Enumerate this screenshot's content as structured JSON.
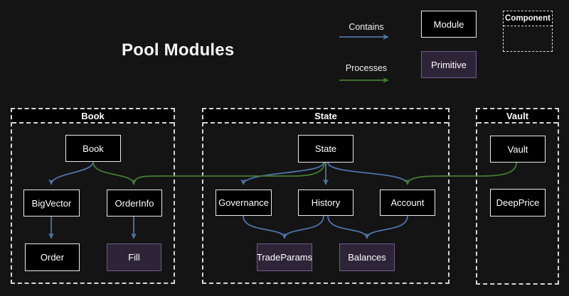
{
  "page": {
    "title": "Pool Modules",
    "background_color": "#141414"
  },
  "legend": {
    "contains_label": "Contains",
    "processes_label": "Processes",
    "module_label": "Module",
    "primitive_label": "Primitive",
    "component_label": "Component",
    "contains_color": "#4e74ab",
    "processes_color": "#447a30",
    "module_fill": "#000000",
    "primitive_fill": "#2e2438",
    "primitive_border": "#71598a"
  },
  "containers": {
    "book": {
      "title": "Book"
    },
    "state": {
      "title": "State"
    },
    "vault": {
      "title": "Vault"
    }
  },
  "nodes": {
    "book": {
      "label": "Book",
      "type": "module"
    },
    "bigvector": {
      "label": "BigVector",
      "type": "module"
    },
    "orderinfo": {
      "label": "OrderInfo",
      "type": "module"
    },
    "order": {
      "label": "Order",
      "type": "module"
    },
    "fill": {
      "label": "Fill",
      "type": "primitive"
    },
    "state": {
      "label": "State",
      "type": "module"
    },
    "governance": {
      "label": "Governance",
      "type": "module"
    },
    "history": {
      "label": "History",
      "type": "module"
    },
    "account": {
      "label": "Account",
      "type": "module"
    },
    "tradeparams": {
      "label": "TradeParams",
      "type": "primitive"
    },
    "balances": {
      "label": "Balances",
      "type": "primitive"
    },
    "vault": {
      "label": "Vault",
      "type": "module"
    },
    "deepprice": {
      "label": "DeepPrice",
      "type": "module"
    }
  },
  "connections": [
    {
      "from": "book",
      "to": "bigvector",
      "type": "contains"
    },
    {
      "from": "book",
      "to": "orderinfo",
      "type": "processes"
    },
    {
      "from": "bigvector",
      "to": "order",
      "type": "contains"
    },
    {
      "from": "orderinfo",
      "to": "fill",
      "type": "contains"
    },
    {
      "from": "state",
      "to": "governance",
      "type": "contains"
    },
    {
      "from": "state",
      "to": "history",
      "type": "contains"
    },
    {
      "from": "state",
      "to": "account",
      "type": "contains"
    },
    {
      "from": "state",
      "to": "orderinfo",
      "type": "processes"
    },
    {
      "from": "governance",
      "to": "tradeparams",
      "type": "contains"
    },
    {
      "from": "history",
      "to": "tradeparams",
      "type": "contains"
    },
    {
      "from": "history",
      "to": "balances",
      "type": "contains"
    },
    {
      "from": "account",
      "to": "balances",
      "type": "contains"
    },
    {
      "from": "vault",
      "to": "deepprice",
      "type": "contains"
    },
    {
      "from": "vault",
      "to": "account",
      "type": "processes"
    }
  ]
}
